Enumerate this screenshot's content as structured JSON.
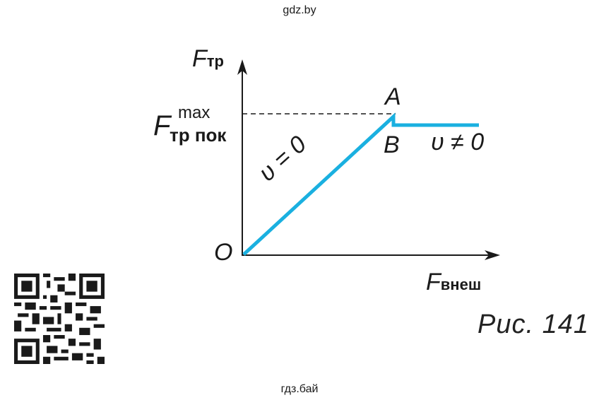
{
  "watermark": {
    "top": "gdz.by",
    "bottom": "гдз.бай"
  },
  "figure": {
    "caption": "Рис. 141",
    "y_axis": {
      "symbol": "F",
      "subscript": "тр"
    },
    "x_axis": {
      "symbol": "F",
      "subscript": "внеш"
    },
    "y_tick": {
      "symbol": "F",
      "superscript": "max",
      "subscript": "тр пок"
    },
    "origin_label": "O",
    "point_a_label": "A",
    "point_b_label": "B",
    "slope_label": "υ = 0",
    "plateau_label": "υ ≠ 0",
    "line_color": "#1ab0e0"
  }
}
